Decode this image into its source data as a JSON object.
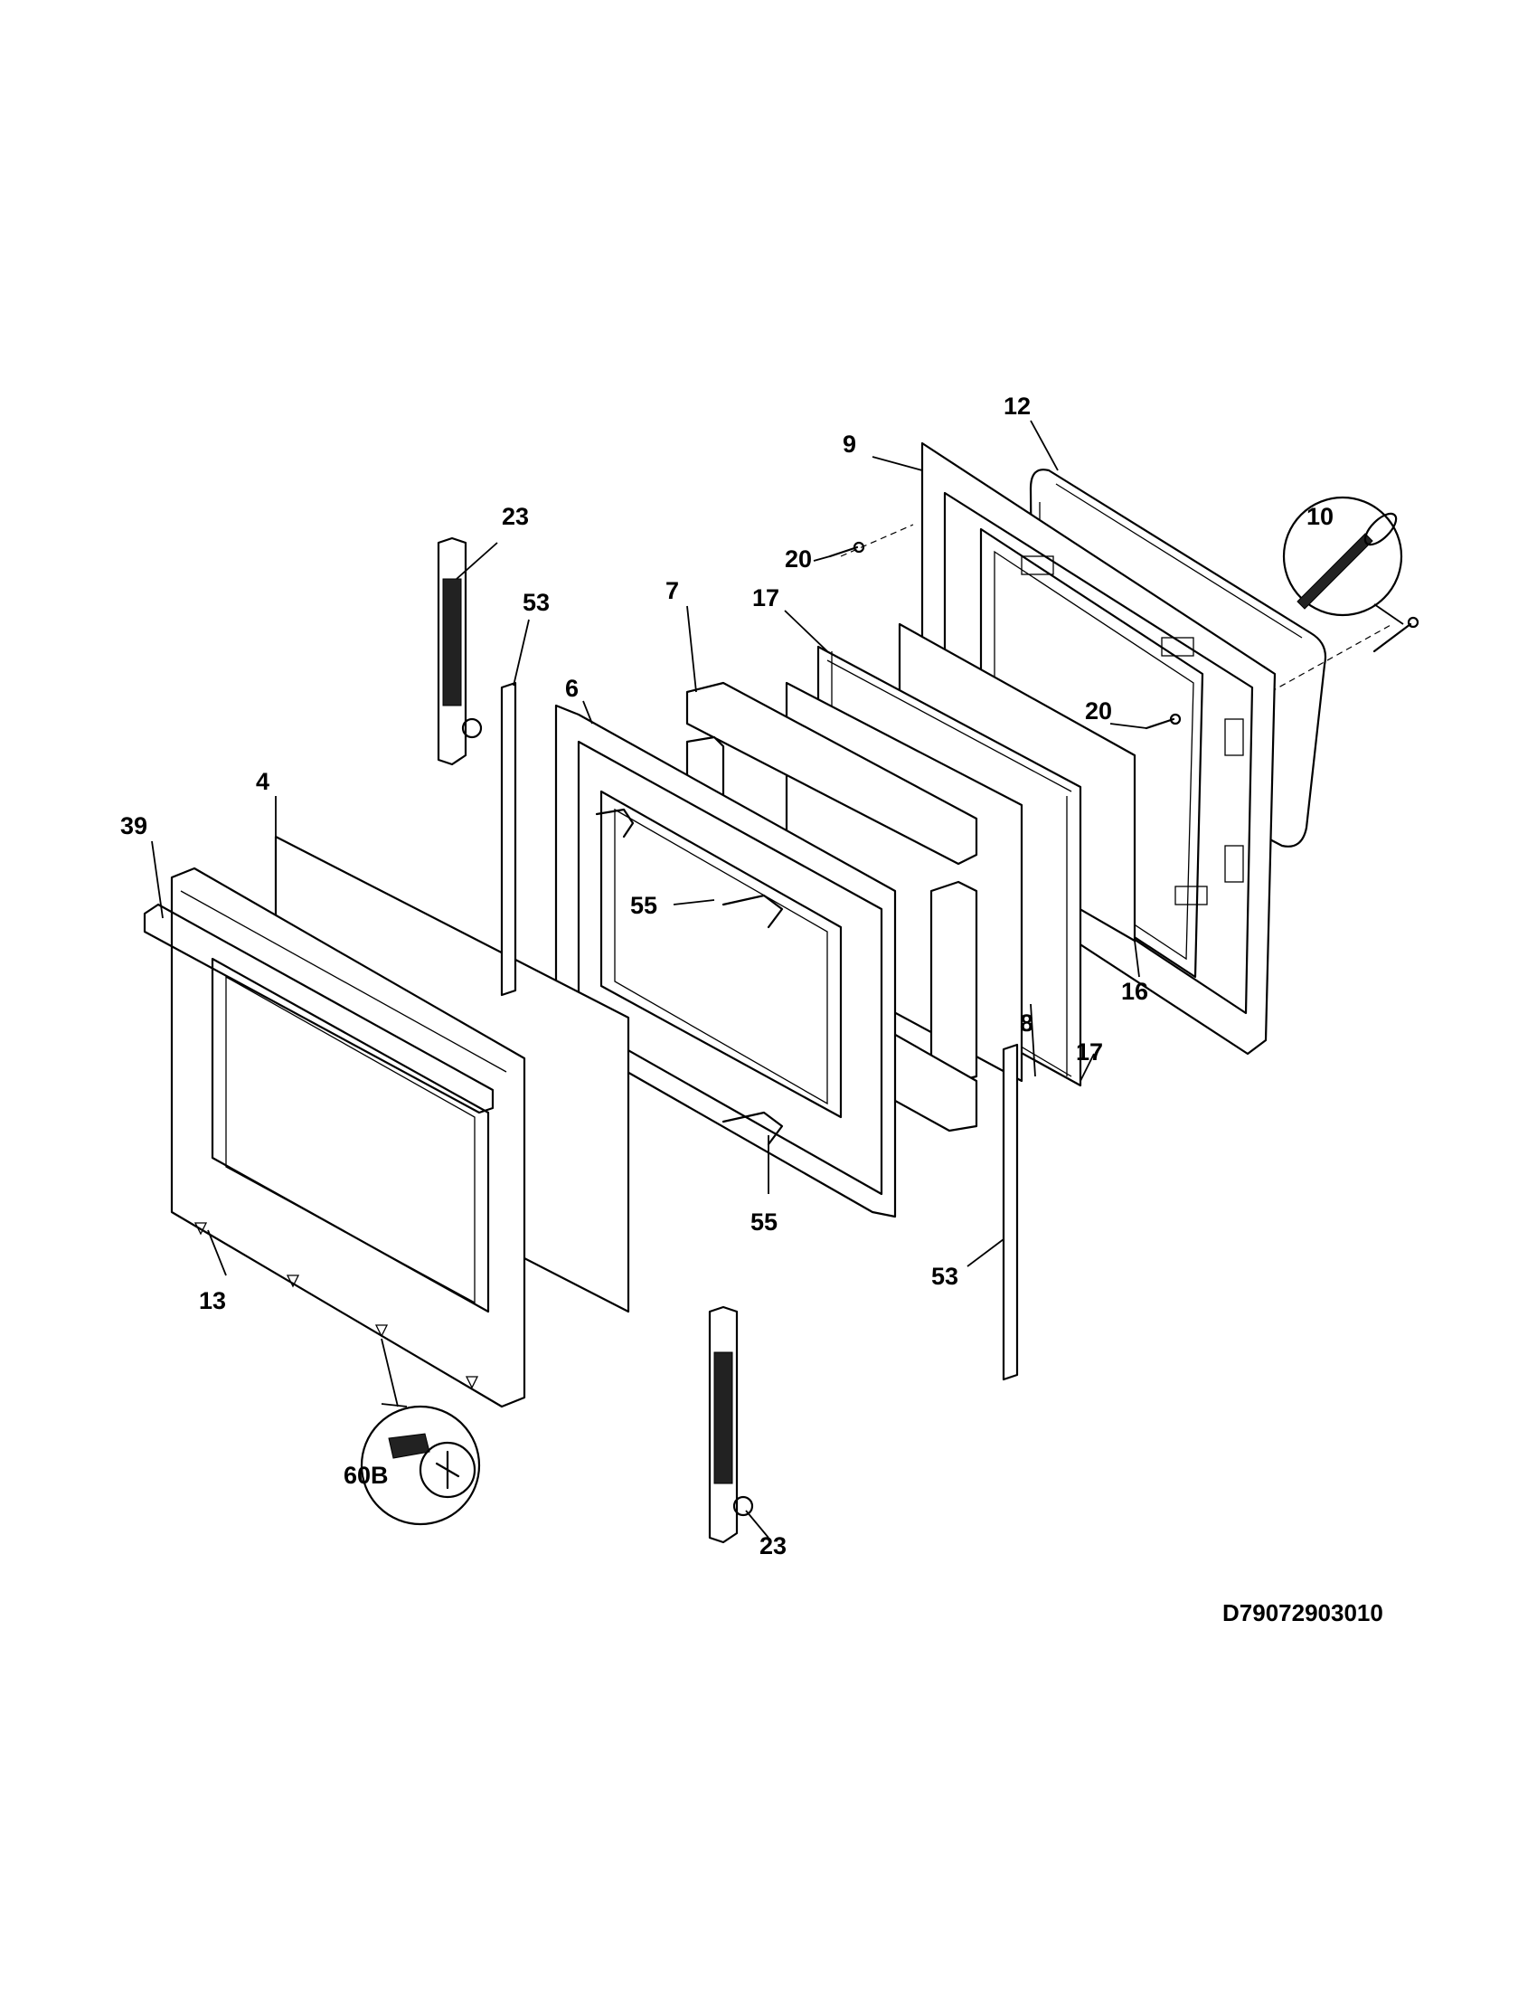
{
  "diagram": {
    "code": "D79072903010",
    "callouts": {
      "p12": "12",
      "p9": "9",
      "p10": "10",
      "p20a": "20",
      "p20b": "20",
      "p23a": "23",
      "p23b": "23",
      "p53a": "53",
      "p53b": "53",
      "p7": "7",
      "p17a": "17",
      "p17b": "17",
      "p6": "6",
      "p4": "4",
      "p39": "39",
      "p55a": "55",
      "p55b": "55",
      "p16": "16",
      "p8": "8",
      "p13": "13",
      "p60B": "60B"
    }
  }
}
